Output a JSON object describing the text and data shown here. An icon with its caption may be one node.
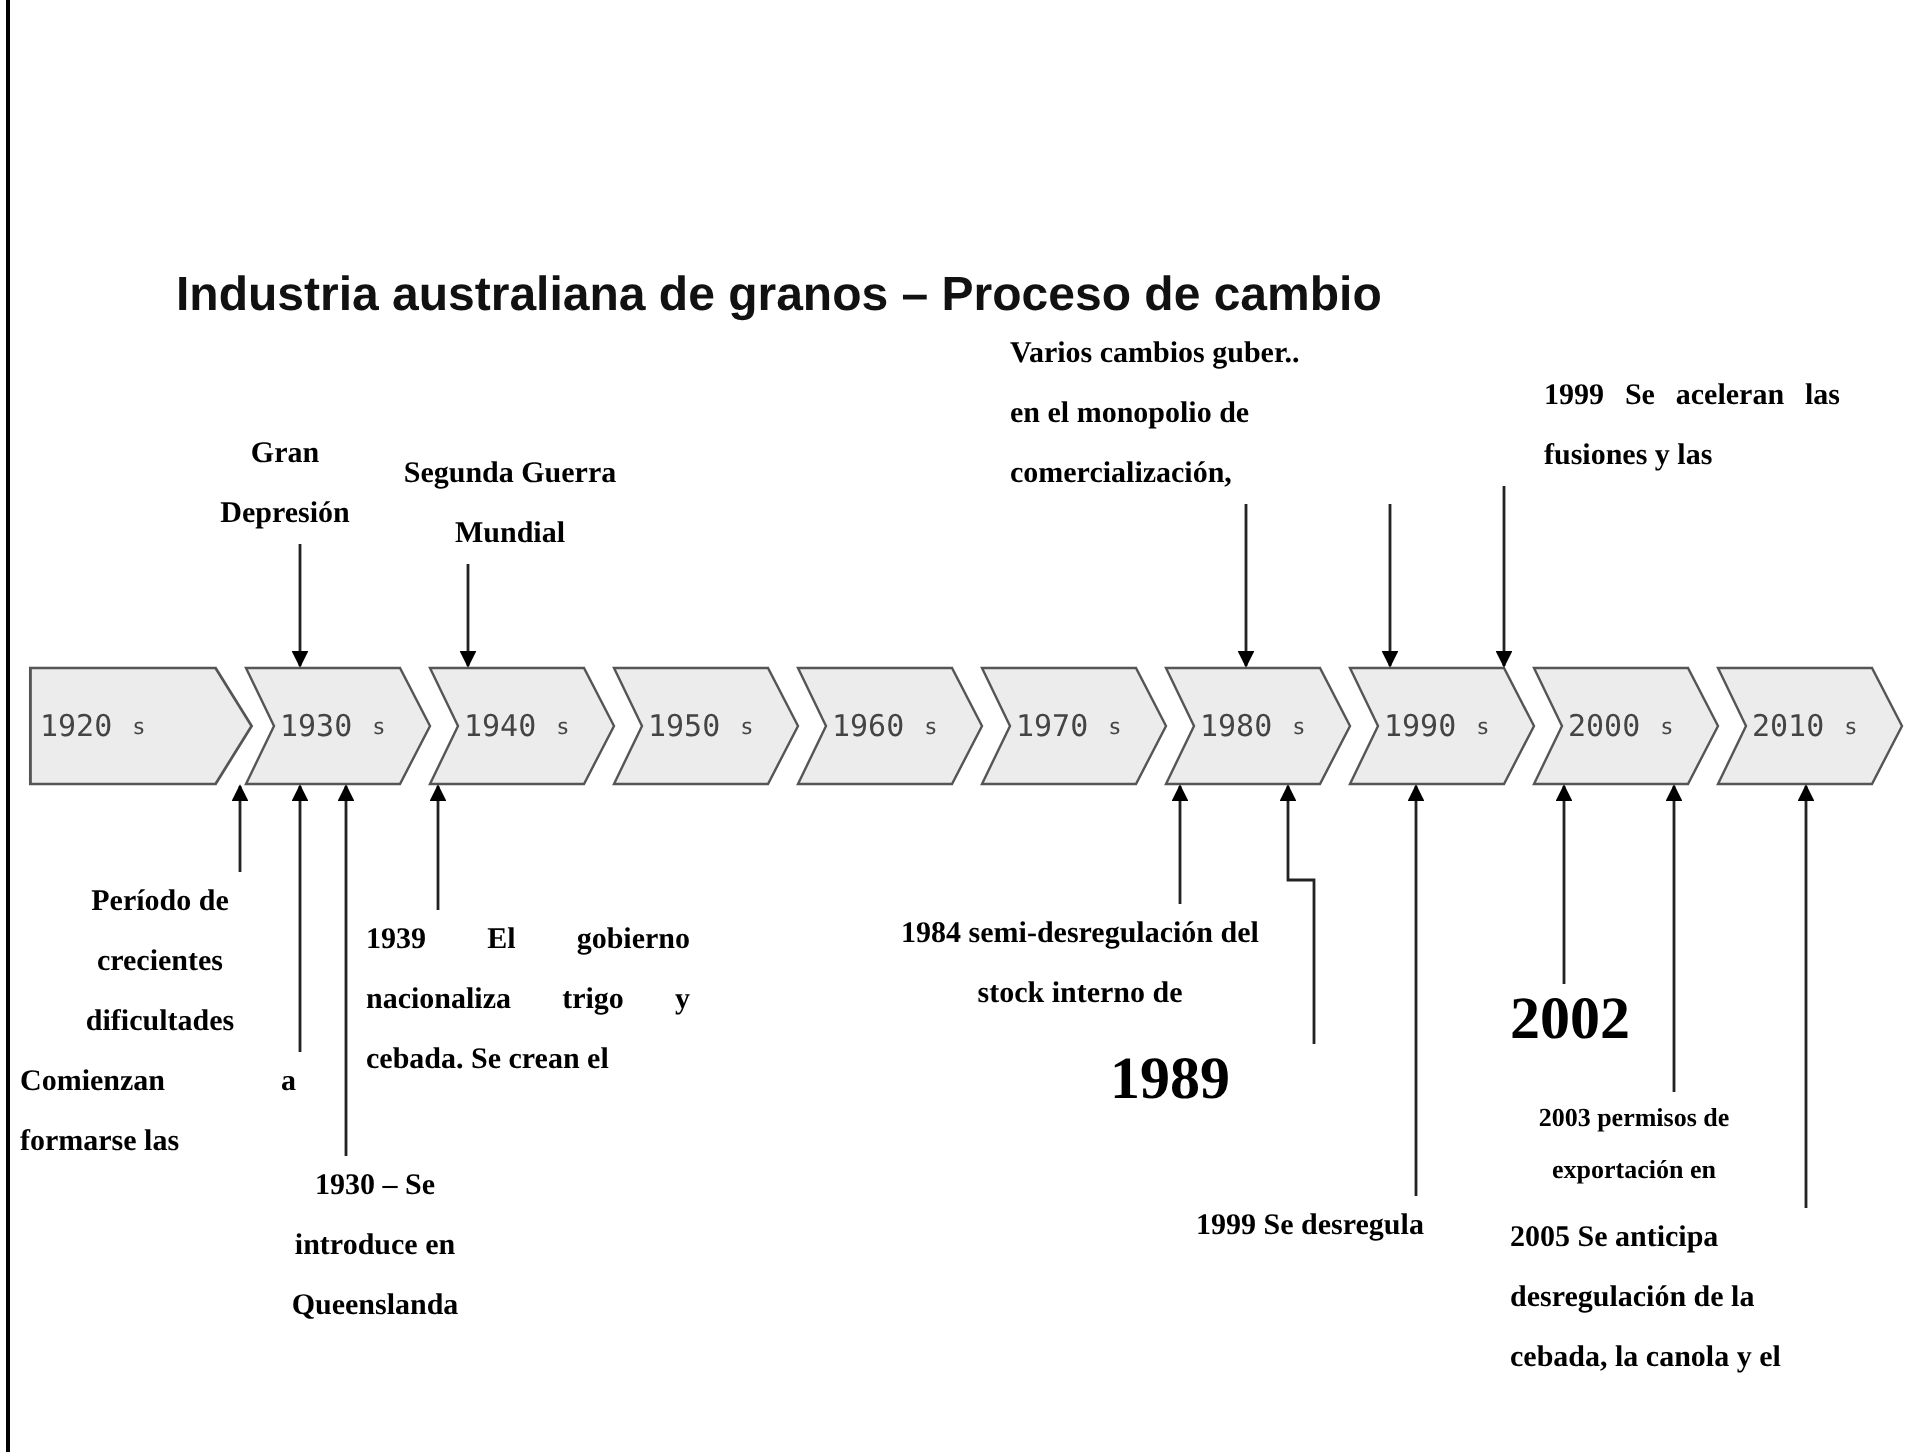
{
  "diagram": {
    "title": "Industria australiana de granos – Proceso de cambio",
    "nodes": [
      {
        "text": [
          "1920",
          "s"
        ]
      },
      {
        "text": [
          "1930",
          "s"
        ]
      },
      {
        "text": [
          "1940",
          "s"
        ]
      },
      {
        "text": [
          "1950",
          "s"
        ]
      },
      {
        "text": [
          "1960",
          "s"
        ]
      },
      {
        "text": [
          "1970",
          "s"
        ]
      },
      {
        "text": [
          "1980",
          "s"
        ]
      },
      {
        "text": [
          "1990",
          "s"
        ]
      },
      {
        "text": [
          "2000",
          "s"
        ]
      },
      {
        "text": [
          "2010",
          "s"
        ]
      },
      {
        "text": [
          "Gran Depresión"
        ]
      },
      {
        "text": [
          "Segunda Guerra Mundial"
        ]
      },
      {
        "text": [
          "Varios cambios guber.. en el monopolio de comercialización,"
        ]
      },
      {
        "text": [
          "1999 Se aceleran las fusiones y las"
        ]
      },
      {
        "text": [
          "Período de crecientes dificultades"
        ]
      },
      {
        "text": [
          "Comienzan a formarse las"
        ]
      },
      {
        "text": [
          "1930 – Se introduce en Queenslanda"
        ]
      },
      {
        "text": [
          "1939 El gobierno nacionaliza trigo y cebada. Se crean el"
        ]
      },
      {
        "text": [
          "1984 semi-desregulación del stock interno de"
        ]
      },
      {
        "text": [
          "1989"
        ]
      },
      {
        "text": [
          "1999 Se desregula"
        ]
      },
      {
        "text": [
          "2002"
        ]
      },
      {
        "text": [
          "2003 permisos de exportación en"
        ]
      },
      {
        "text": [
          "2005 Se anticipa desregulación de la cebada, la canola y el"
        ]
      }
    ],
    "edges": [
      {
        "from": 10,
        "to": 1,
        "arrow": "to"
      },
      {
        "from": 11,
        "to": 2,
        "arrow": "to"
      },
      {
        "from": 12,
        "to": 6,
        "arrow": "to"
      },
      {
        "from": 12,
        "to": 7,
        "arrow": "to"
      },
      {
        "from": 13,
        "to": 7,
        "arrow": "to"
      },
      {
        "from": 14,
        "to": 0,
        "arrow": "to"
      },
      {
        "from": 15,
        "to": 1,
        "arrow": "to"
      },
      {
        "from": 16,
        "to": 1,
        "arrow": "to"
      },
      {
        "from": 17,
        "to": 2,
        "arrow": "to"
      },
      {
        "from": 18,
        "to": 6,
        "arrow": "to"
      },
      {
        "from": 19,
        "to": 6,
        "arrow": "to"
      },
      {
        "from": 20,
        "to": 7,
        "arrow": "to"
      },
      {
        "from": 21,
        "to": 8,
        "arrow": "to"
      },
      {
        "from": 22,
        "to": 8,
        "arrow": "to"
      },
      {
        "from": 23,
        "to": 9,
        "arrow": "to"
      }
    ]
  }
}
